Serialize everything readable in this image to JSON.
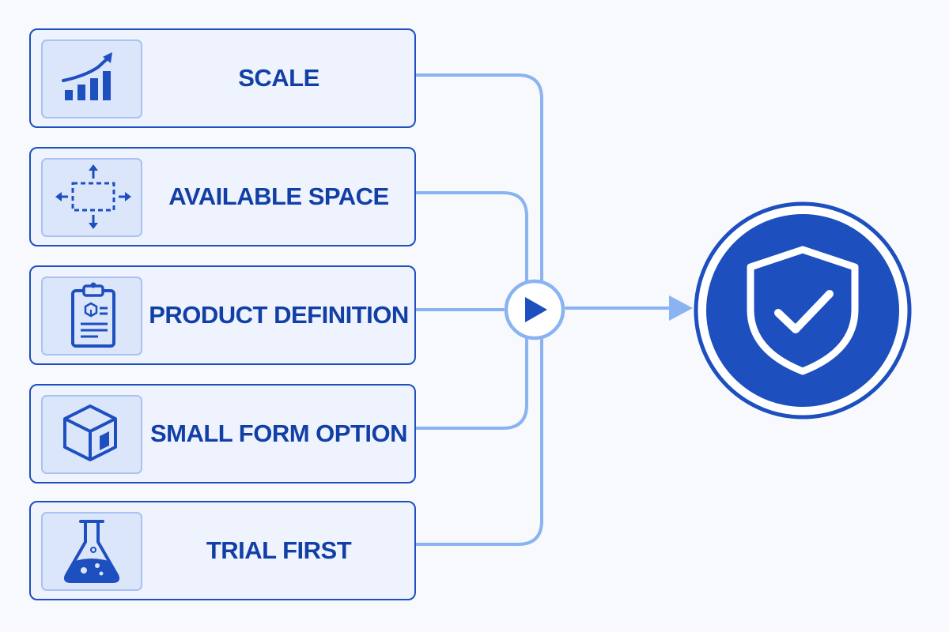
{
  "factors": [
    {
      "label": "SCALE",
      "icon": "growth-chart-icon"
    },
    {
      "label": "AVAILABLE SPACE",
      "icon": "expand-area-icon"
    },
    {
      "label": "PRODUCT DEFINITION",
      "icon": "clipboard-spec-icon"
    },
    {
      "label": "SMALL FORM OPTION",
      "icon": "cube-icon"
    },
    {
      "label": "TRIAL FIRST",
      "icon": "flask-icon"
    }
  ],
  "hub": {
    "icon": "play-icon"
  },
  "outcome": {
    "icon": "shield-check-icon"
  },
  "colors": {
    "primary": "#1d4fbf",
    "text": "#123fa6",
    "connector": "#8ab3f2",
    "card_fill": "#eef3fd",
    "tile_fill": "#dbe6fb",
    "background": "#f7f9fd"
  }
}
